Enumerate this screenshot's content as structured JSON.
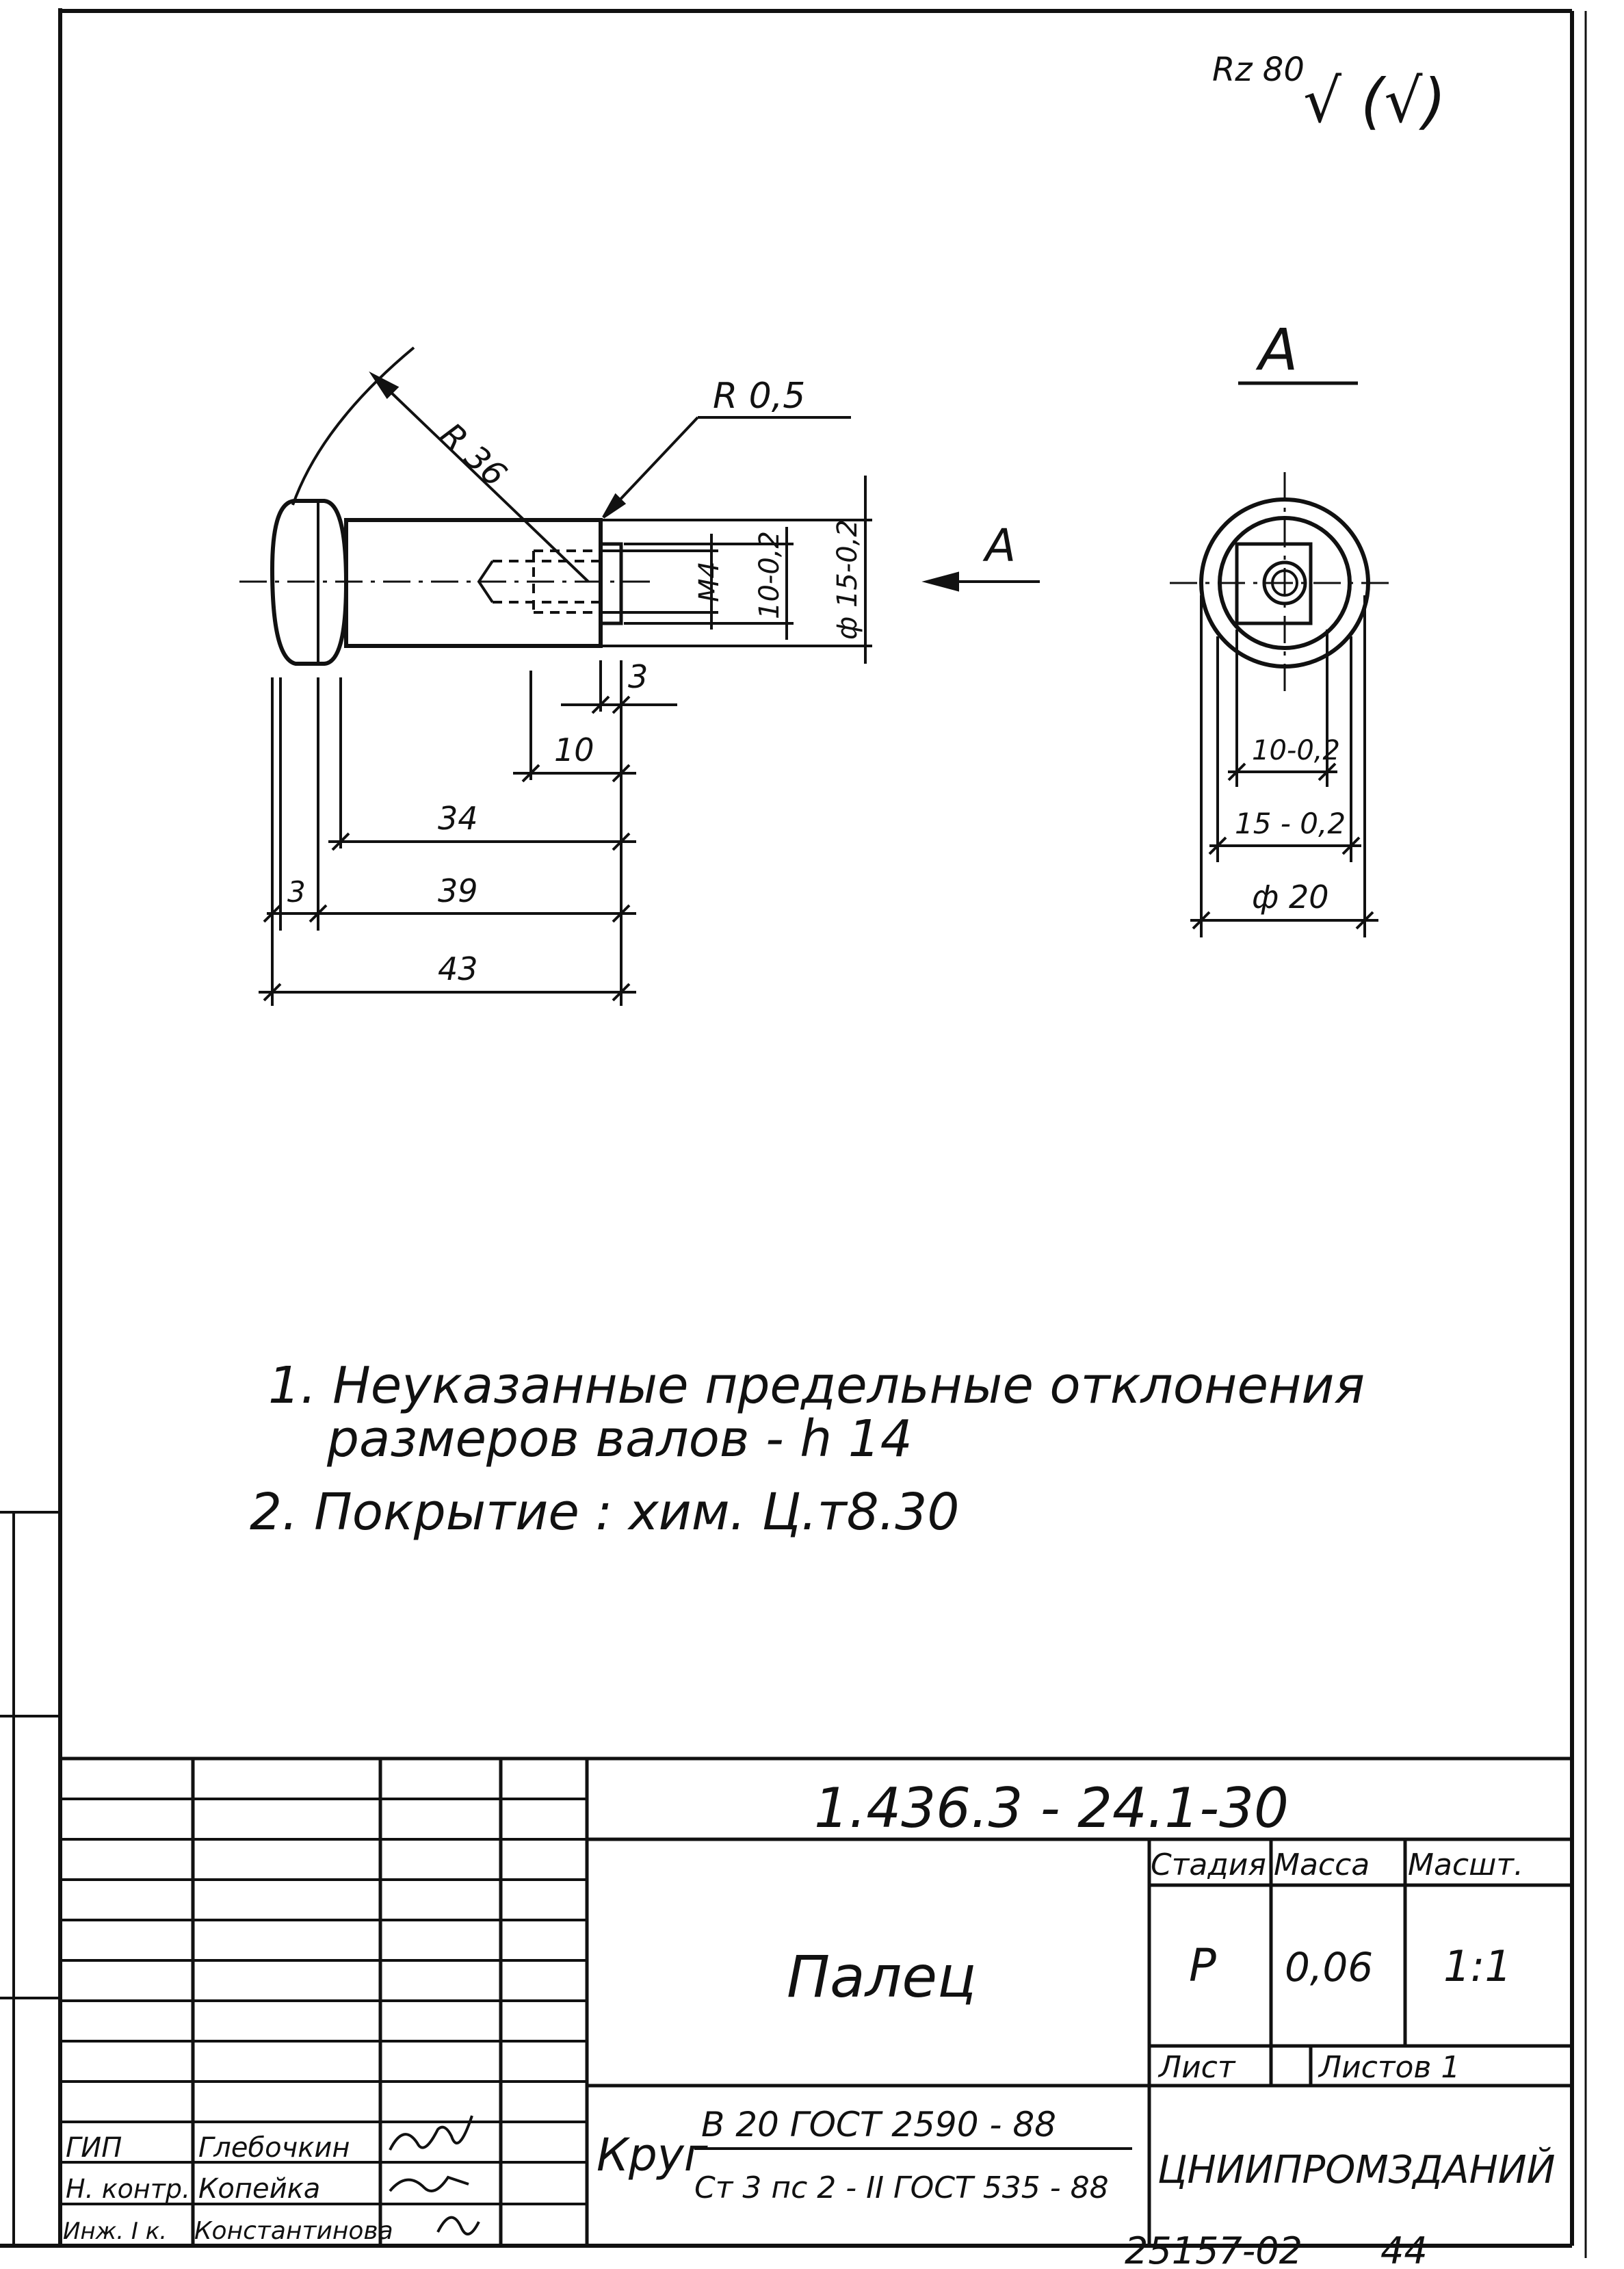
{
  "surface_mark": "Rz 80",
  "surface_mark_symbols": "√ (√)",
  "section": {
    "view_label": "А",
    "view_arrow_label": "А"
  },
  "dimensions": {
    "fillet_radius": "R 0,5",
    "head_radius": "R 36",
    "thread": "M4",
    "square_side": "10-0,2",
    "shank_diameter": "ф 15-0,2",
    "len_3_right": "3",
    "len_10": "10",
    "len_34": "34",
    "len_39": "39",
    "len_43": "43",
    "len_3_left": "3",
    "end_square": "10-0,2",
    "end_flat": "15 - 0,2",
    "end_diameter": "ф 20"
  },
  "notes": [
    "1. Неуказанные    предельные    отклонения",
    "размеров    валов - h 14",
    "2. Покрытие  :   хим.  Ц.т8.30"
  ],
  "title_block": {
    "doc_number": "1.436.3 - 24.1-30",
    "part_name": "Палец",
    "col_stage": "Стадия",
    "col_mass": "Масса",
    "col_scale": "Масшт.",
    "stage": "Р",
    "mass": "0,06",
    "scale": "1:1",
    "sheet": "Лист",
    "sheets": "Листов 1",
    "material_word": "Круг",
    "material_top": "В 20 ГОСТ 2590 - 88",
    "material_bottom": "Ст 3 пс 2 - II ГОСТ 535 - 88",
    "organization": "ЦНИИПРОМЗДАНИЙ",
    "staff": [
      {
        "role": "ГИП",
        "name": "Глебочкин"
      },
      {
        "role": "Н. контр.",
        "name": "Копейка"
      },
      {
        "role": "Инж. I к.",
        "name": "Константинова"
      }
    ]
  },
  "footer": {
    "code": "25157-02",
    "page": "44"
  }
}
